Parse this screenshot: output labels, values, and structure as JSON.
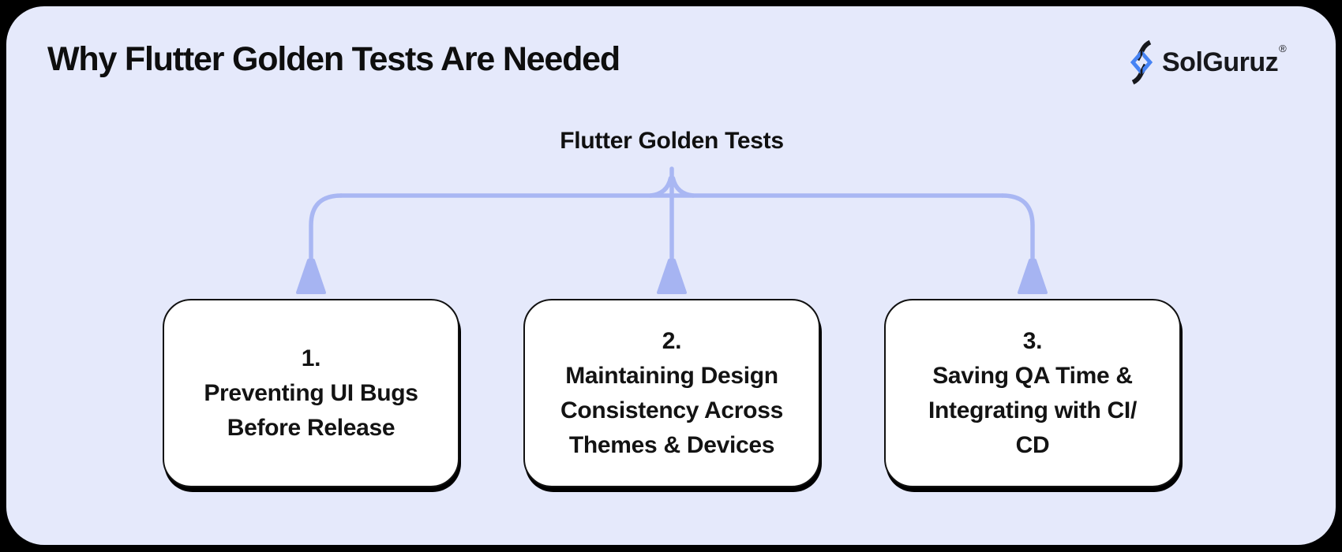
{
  "header": {
    "title": "Why Flutter Golden Tests Are Needed",
    "brand": "SolGuruz",
    "registered_mark": "®"
  },
  "tree": {
    "root_label": "Flutter Golden Tests",
    "nodes": [
      {
        "number": "1.",
        "lines": [
          "Preventing UI Bugs",
          "Before Release"
        ]
      },
      {
        "number": "2.",
        "lines": [
          "Maintaining Design",
          "Consistency Across",
          "Themes & Devices"
        ]
      },
      {
        "number": "3.",
        "lines": [
          "Saving QA Time &",
          "Integrating with CI/",
          "CD"
        ]
      }
    ]
  },
  "colors": {
    "frame": "#000000",
    "card_background": "#E5E9FB",
    "connector": "#A9B7F3",
    "node_background": "#FFFFFF",
    "node_border": "#111111",
    "text": "#131313",
    "logo_blue": "#4683F4"
  }
}
